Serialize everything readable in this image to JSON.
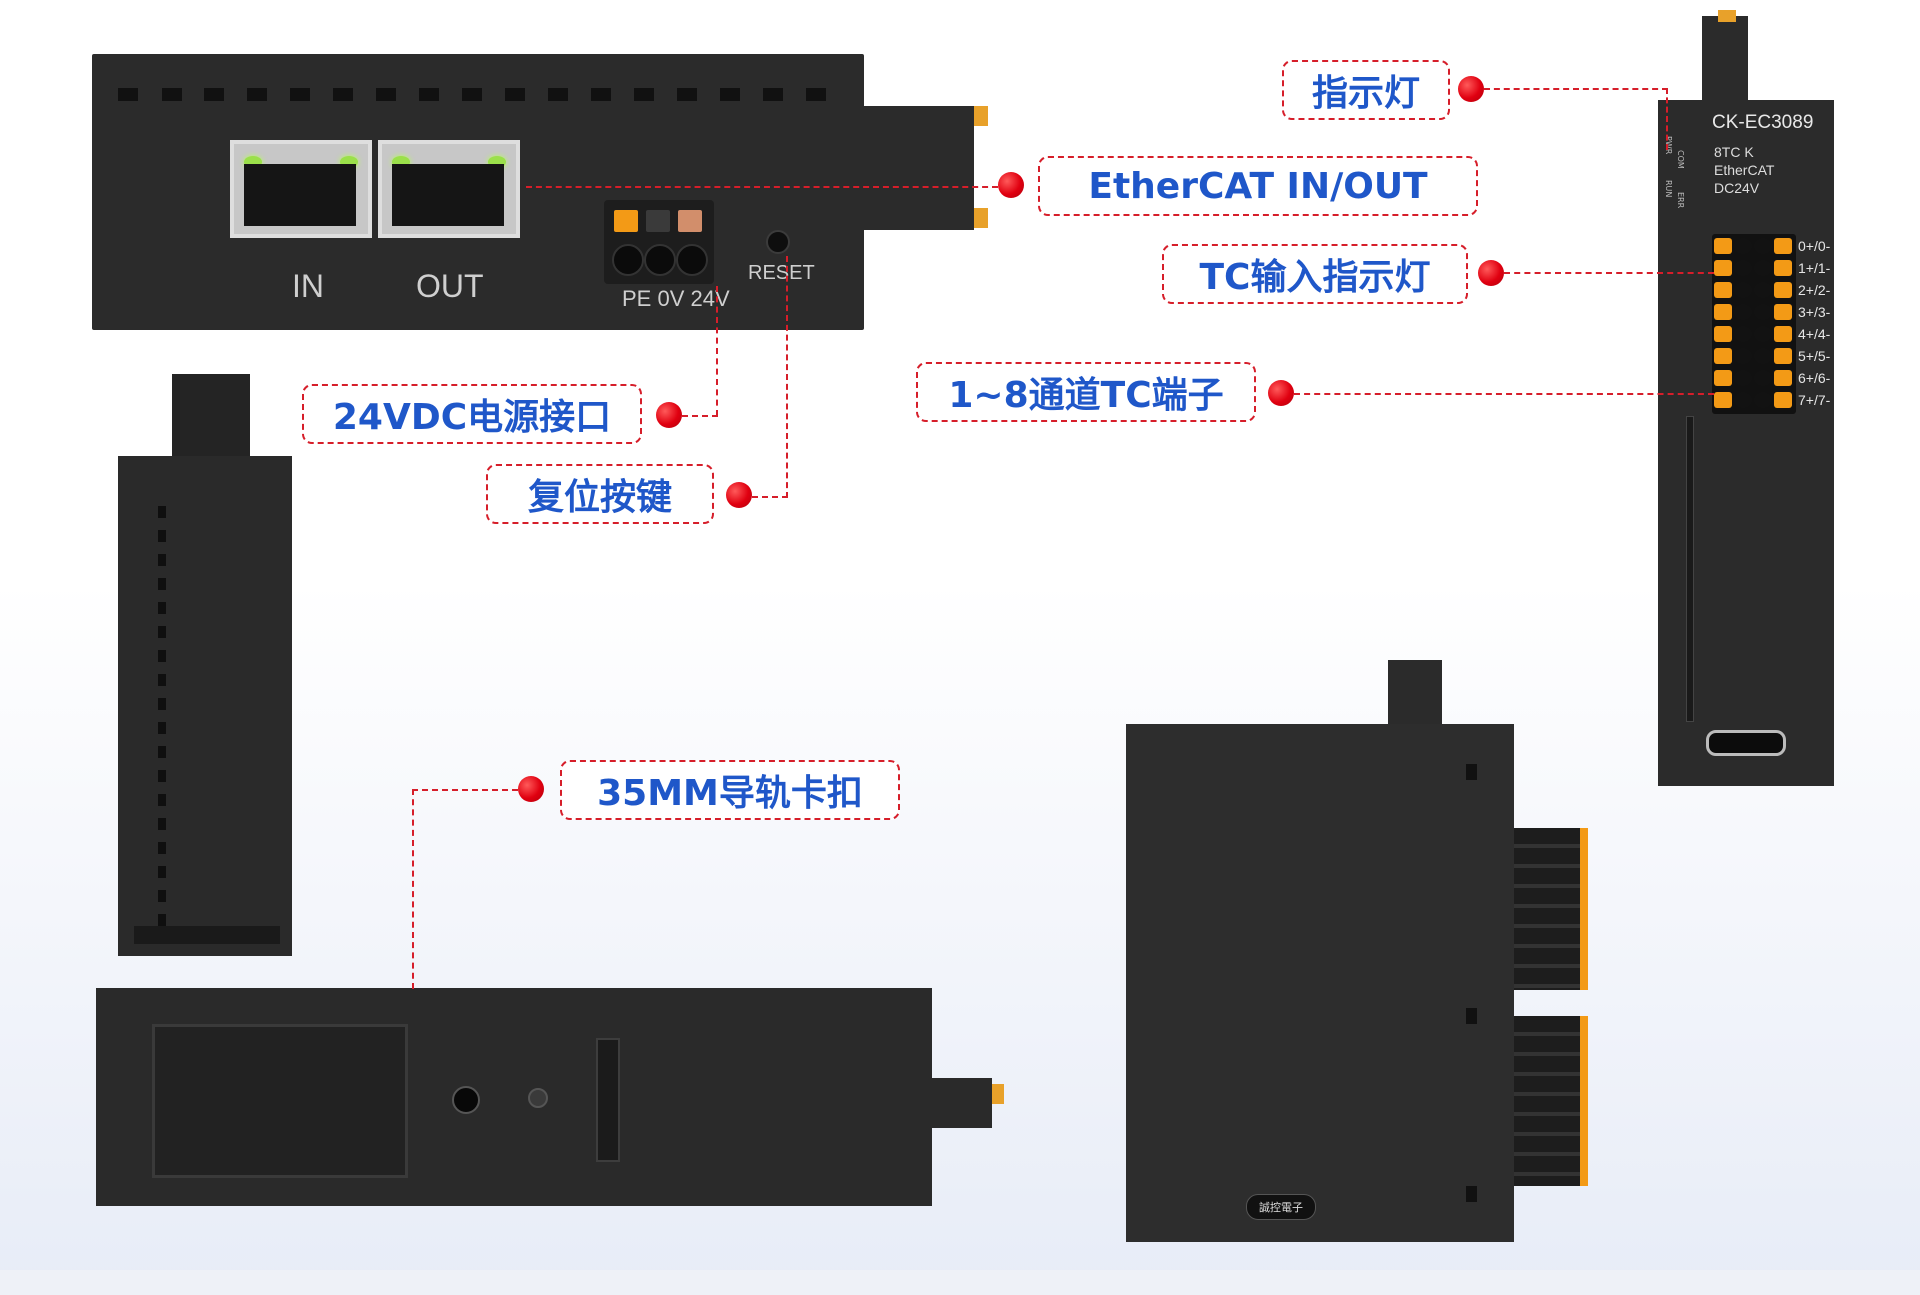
{
  "callouts": {
    "indicator_light": "指示灯",
    "ethercat_in_out": "EtherCAT  IN/OUT",
    "tc_input_indicator": "TC输入指示灯",
    "channel_terminal": "1~8通道TC端子",
    "power_port": "24VDC电源接口",
    "reset_button": "复位按键",
    "din_rail_clip": "35MM导轨卡扣"
  },
  "top_module": {
    "port_in_label": "IN",
    "port_out_label": "OUT",
    "power_terminal_label": "PE 0V 24V",
    "reset_label": "RESET"
  },
  "side_module": {
    "model": "CK-EC3089",
    "line1": "8TC  K",
    "line2": "EtherCAT",
    "line3": "DC24V",
    "status_labels": [
      "PWR",
      "COM",
      "RUN",
      "ERR"
    ],
    "channels": [
      "0+/0-",
      "1+/1-",
      "2+/2-",
      "3+/3-",
      "4+/4-",
      "5+/5-",
      "6+/6-",
      "7+/7-"
    ]
  },
  "brand_badge": "誠控電子",
  "colors": {
    "callout_text": "#1f57c9",
    "callout_border": "#d61e2a",
    "module_body": "#2b2b2b",
    "terminal_orange": "#f39a16"
  }
}
